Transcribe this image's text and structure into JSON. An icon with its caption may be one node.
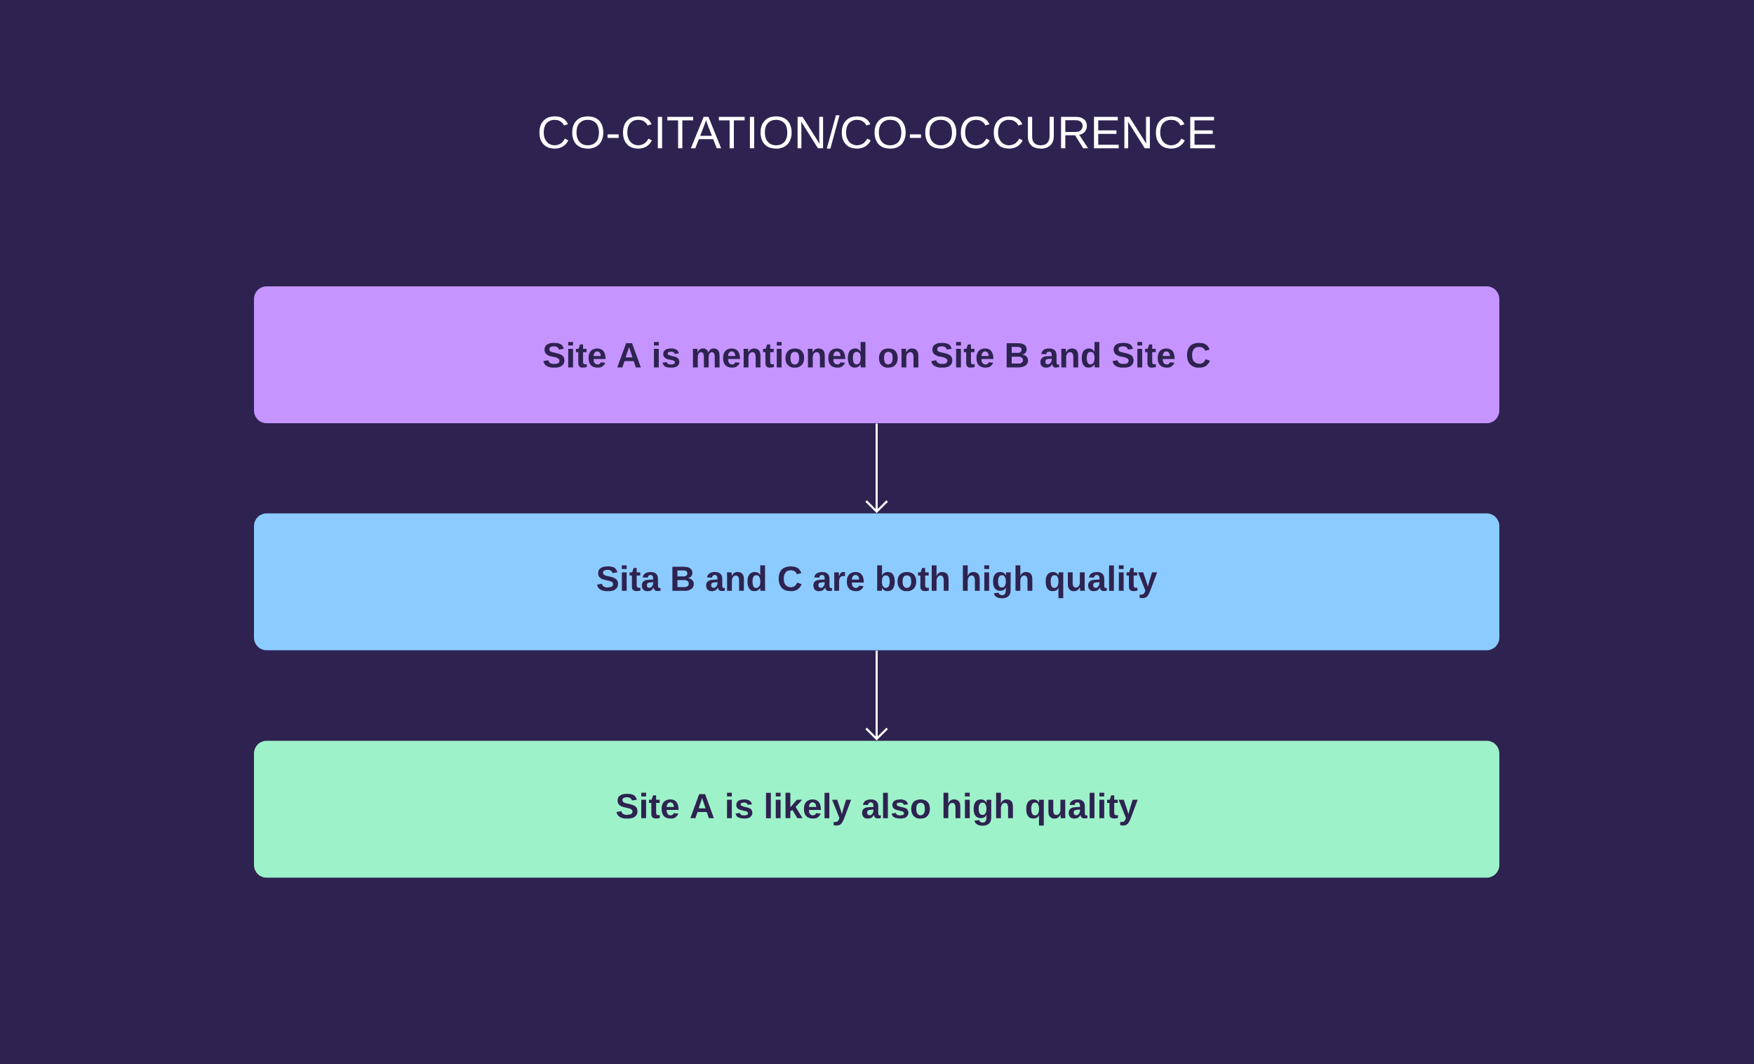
{
  "diagram": {
    "title": "CO-CITATION/CO-OCCURENCE",
    "nodes": [
      {
        "text": [
          "Site A is mentioned on Site B and Site C"
        ]
      },
      {
        "text": [
          "Sita B and C are both high quality"
        ]
      },
      {
        "text": [
          "Site A is likely also high quality"
        ]
      }
    ],
    "edges": [
      {
        "from": 0,
        "to": 1,
        "arrow": "to"
      },
      {
        "from": 1,
        "to": 2,
        "arrow": "to"
      }
    ]
  }
}
